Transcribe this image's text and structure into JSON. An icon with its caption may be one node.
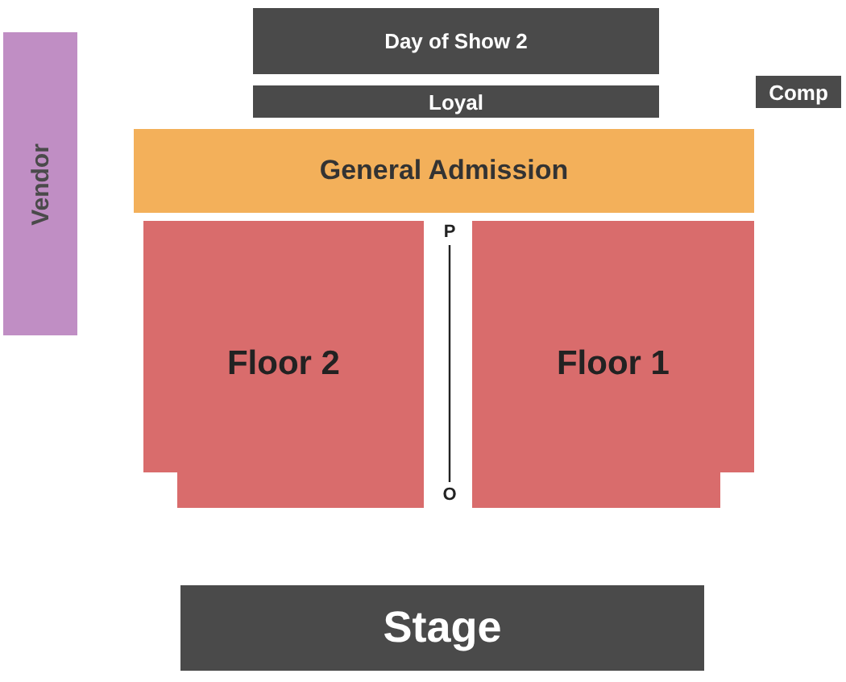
{
  "diagram": {
    "nodes": [
      {
        "text": [
          "Day of Show 2"
        ]
      },
      {
        "text": [
          "Loyal"
        ]
      },
      {
        "text": [
          "Comp"
        ]
      },
      {
        "text": [
          "Vendor"
        ]
      },
      {
        "text": [
          "General Admission"
        ]
      },
      {
        "text": [
          "P"
        ]
      },
      {
        "text": [
          "Floor 2"
        ]
      },
      {
        "text": [
          "Floor 1"
        ]
      },
      {
        "text": [
          "O"
        ]
      },
      {
        "text": [
          "Stage"
        ]
      }
    ],
    "edges": [
      {
        "from": 5,
        "to": 8,
        "arrow": "none"
      }
    ]
  }
}
